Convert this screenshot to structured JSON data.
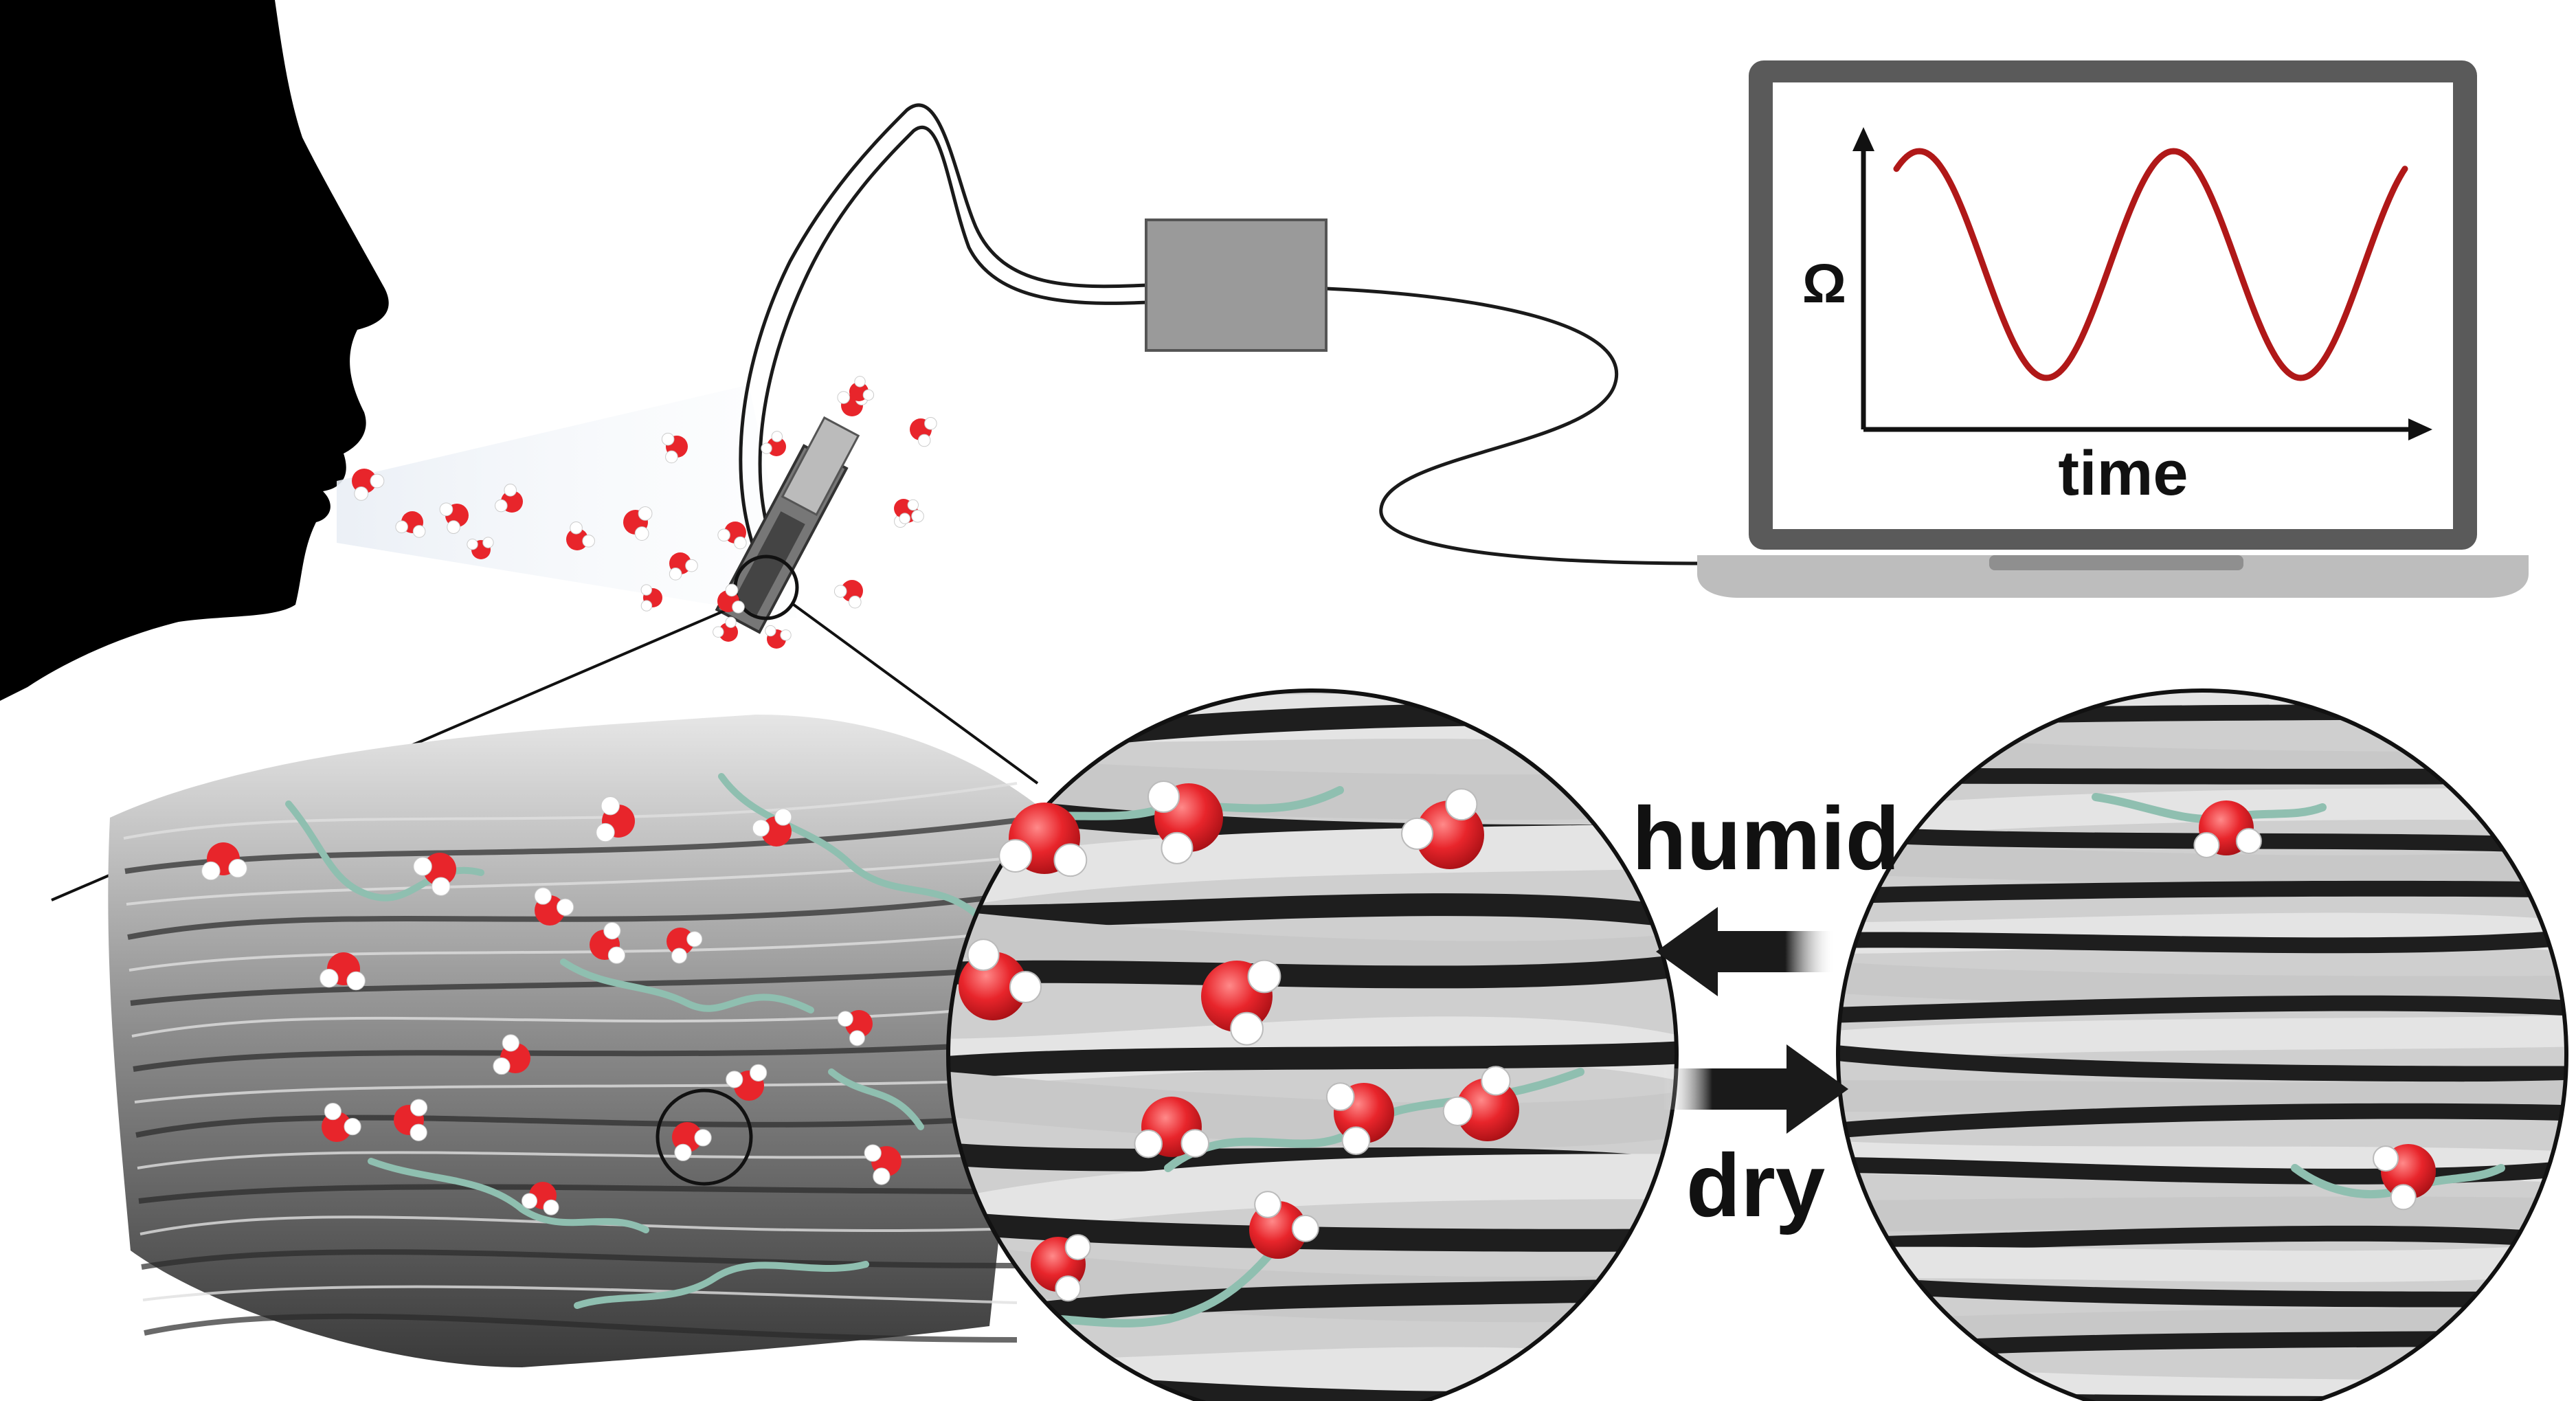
{
  "plot": {
    "y_axis_label": "Ω",
    "x_axis_label": "time",
    "curve": "sine",
    "curve_color": "#b01818",
    "cycles": 2
  },
  "labels": {
    "humid": "humid",
    "dry": "dry"
  },
  "colors": {
    "oxygen": "#e8252b",
    "hydrogen": "#ffffff",
    "polymer": "#8fbfb0",
    "sheet_light": "#c8c8c8",
    "sheet_dark": "#1e1e1e",
    "device_box": "#9a9a9a",
    "laptop_body": "#5a5a5a",
    "laptop_base": "#bdbdbd",
    "silhouette": "#000000"
  },
  "icons": {
    "face": "human-face-silhouette-icon",
    "sensor": "sensor-chip-icon",
    "acquisition": "data-acquisition-box-icon",
    "computer": "laptop-icon",
    "molecule": "water-molecule-icon",
    "arrow_left": "arrow-left-icon",
    "arrow_right": "arrow-right-icon"
  }
}
